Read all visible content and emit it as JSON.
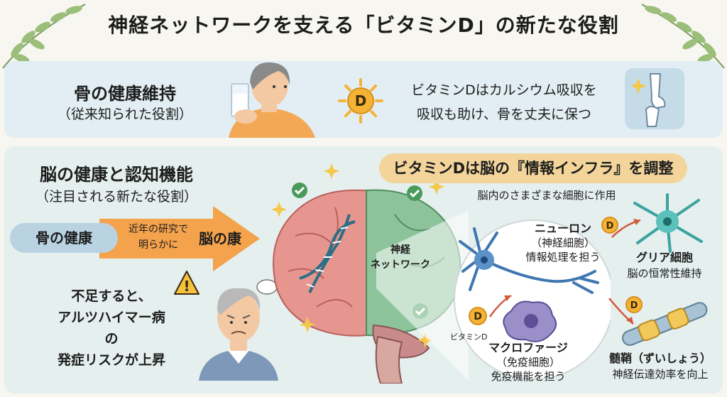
{
  "title": "神経ネットワークを支える「ビタミンD」の新たな役割",
  "bone_section": {
    "title": "骨の健康維持",
    "subtitle": "（従来知られた役割）",
    "vitd_badge": "D",
    "description_line1": "ビタミンDはカルシウム吸収を",
    "description_line2": "吸収も助け、骨を丈夫に保つ"
  },
  "brain_section": {
    "title": "脳の健康と認知機能",
    "subtitle": "（注目される新たな役割）",
    "arrow_source": "骨の健康",
    "arrow_text_line1": "近年の研究で",
    "arrow_text_line2": "明らかに",
    "arrow_dest": "脳の康",
    "warning_line1": "不足すると、",
    "warning_line2": "アルツハイマー病の",
    "warning_line3": "発症リスクが上昇",
    "warning_mark": "!"
  },
  "infra": {
    "banner": "ビタミンDは脳の『情報インフラ』を調整",
    "subtitle": "脳内のさまざまな細胞に作用",
    "network_line1": "神経",
    "network_line2": "ネットワーク",
    "neuron_title": "ニューロン",
    "neuron_sub": "（神経細胞）",
    "neuron_role": "情報処理を担う",
    "glia_title": "グリア細胞",
    "glia_role": "脳の恒常性維持",
    "macro_title": "マクロファージ",
    "macro_sub": "（免疫細胞）",
    "macro_role": "免疫機能を担う",
    "vitd_label": "ビタミンD",
    "myelin_title": "髄鞘（ずいしょう）",
    "myelin_role": "神経伝達効率を向上",
    "vitd_badge": "D"
  },
  "colors": {
    "panel_blue": "#e2eef3",
    "panel_teal": "#e4efee",
    "arrow_orange": "#f4a24c",
    "banner_yellow": "#f3d59b",
    "vitd_orange": "#f5b335",
    "brain_pink": "#e6958f",
    "brain_green": "#8cc39a"
  }
}
